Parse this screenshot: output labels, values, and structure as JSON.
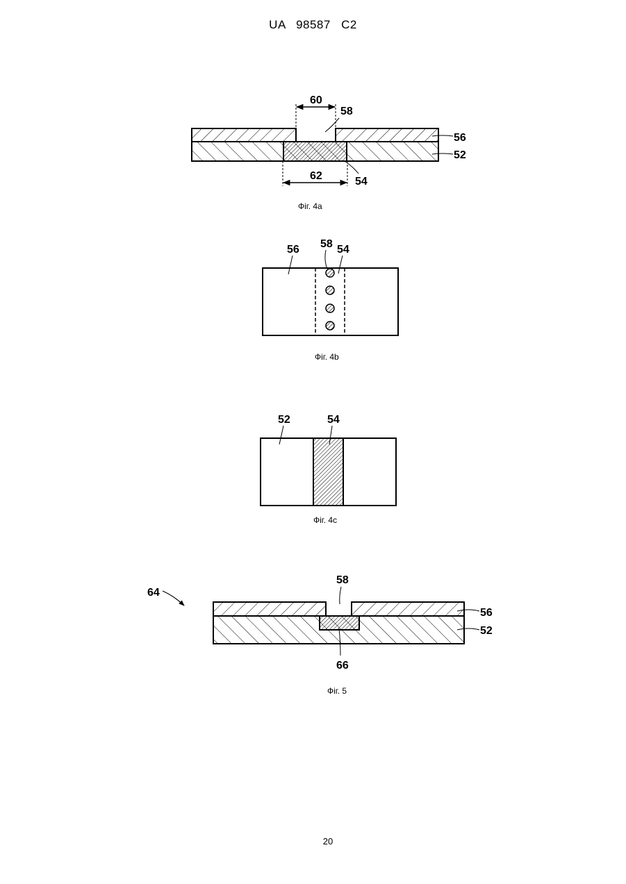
{
  "header": {
    "doc_id": "UA   98587   C2"
  },
  "page_number": "20",
  "figures": {
    "fig4a": {
      "caption": "Фіг. 4a",
      "labels": {
        "l60": "60",
        "l58": "58",
        "l56": "56",
        "l52": "52",
        "l62": "62",
        "l54": "54"
      }
    },
    "fig4b": {
      "caption": "Фіг. 4b",
      "labels": {
        "l56": "56",
        "l58": "58",
        "l54": "54"
      }
    },
    "fig4c": {
      "caption": "Фіг. 4c",
      "labels": {
        "l52": "52",
        "l54": "54"
      }
    },
    "fig5": {
      "caption": "Фіг. 5",
      "labels": {
        "l64": "64",
        "l58": "58",
        "l56": "56",
        "l52": "52",
        "l66": "66"
      }
    }
  }
}
